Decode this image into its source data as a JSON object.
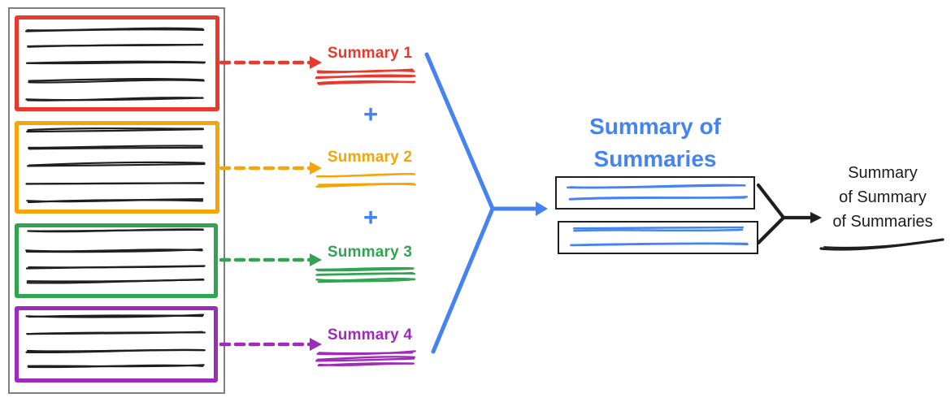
{
  "palette": {
    "red": "#e8392e",
    "orange": "#f3a50a",
    "green": "#31a452",
    "purple": "#9e2cb8",
    "blue": "#4583f2",
    "ink": "#1f1f1f",
    "frame_gray": "#808080"
  },
  "source_documents": {
    "boxes": [
      {
        "name": "document-1",
        "color_key": "red",
        "scribble_line_count": 5
      },
      {
        "name": "document-2",
        "color_key": "orange",
        "scribble_line_count": 5
      },
      {
        "name": "document-3",
        "color_key": "green",
        "scribble_line_count": 4
      },
      {
        "name": "document-4",
        "color_key": "purple",
        "scribble_line_count": 4
      }
    ]
  },
  "stage1": {
    "plus": "+",
    "items": [
      {
        "label": "Summary 1",
        "color_key": "red"
      },
      {
        "label": "Summary 2",
        "color_key": "orange"
      },
      {
        "label": "Summary 3",
        "color_key": "green"
      },
      {
        "label": "Summary 4",
        "color_key": "purple"
      }
    ]
  },
  "stage2": {
    "title_lines": [
      "Summary of",
      "Summaries"
    ],
    "box_count": 2,
    "scribbles_per_box": 2
  },
  "stage3": {
    "label_lines": [
      "Summary",
      "of Summary",
      "of Summaries"
    ]
  }
}
